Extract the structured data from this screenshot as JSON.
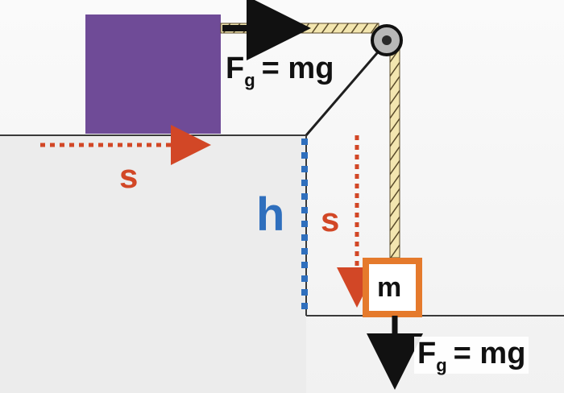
{
  "labels": {
    "fg_top_main": "F",
    "fg_top_sub": "g",
    "fg_top_rest": "= mg",
    "fg_bottom_main": "F",
    "fg_bottom_sub": "g",
    "fg_bottom_rest": "= mg",
    "s_table": "s",
    "h": "h",
    "s_vertical": "s",
    "m": "m"
  },
  "colors": {
    "purple_block": "#6f4b97",
    "red_arrow": "#d24726",
    "blue_height": "#2f6fbd",
    "orange_box": "#e57a2c",
    "rope": "#e7d38a",
    "black": "#111111",
    "table_line": "#333333"
  }
}
